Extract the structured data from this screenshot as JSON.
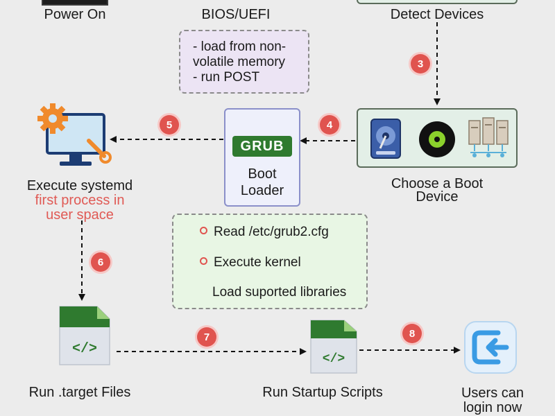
{
  "steps": {
    "power_on": "Power On",
    "bios": "BIOS/UEFI",
    "detect": "Detect Devices",
    "choose_line1": "Choose a Boot",
    "choose_line2": "Device",
    "grub_tag": "GRUB",
    "boot_line1": "Boot",
    "boot_line2": "Loader",
    "systemd_title": "Execute systemd",
    "systemd_sub1": "first process in",
    "systemd_sub2": "user space",
    "target": "Run .target Files",
    "startup": "Run Startup Scripts",
    "login_line1": "Users can",
    "login_line2": "login now"
  },
  "bios_notes": {
    "line1": "- load from non-",
    "line2": "volatile memory",
    "line3": "- run POST"
  },
  "grub_notes": {
    "item1": "Read /etc/grub2.cfg",
    "item2": "Execute kernel",
    "item3": "Load suported libraries"
  },
  "badges": {
    "b3": "3",
    "b4": "4",
    "b5": "5",
    "b6": "6",
    "b7": "7",
    "b8": "8"
  },
  "file_icon_text": "</>",
  "colors": {
    "accent_red": "#e0544f",
    "grub_green": "#2f7a2f",
    "background": "#ececec"
  },
  "icons": [
    "monitor-gear-icon",
    "hard-drive-icon",
    "disc-icon",
    "server-icon",
    "code-file-icon",
    "login-icon"
  ]
}
